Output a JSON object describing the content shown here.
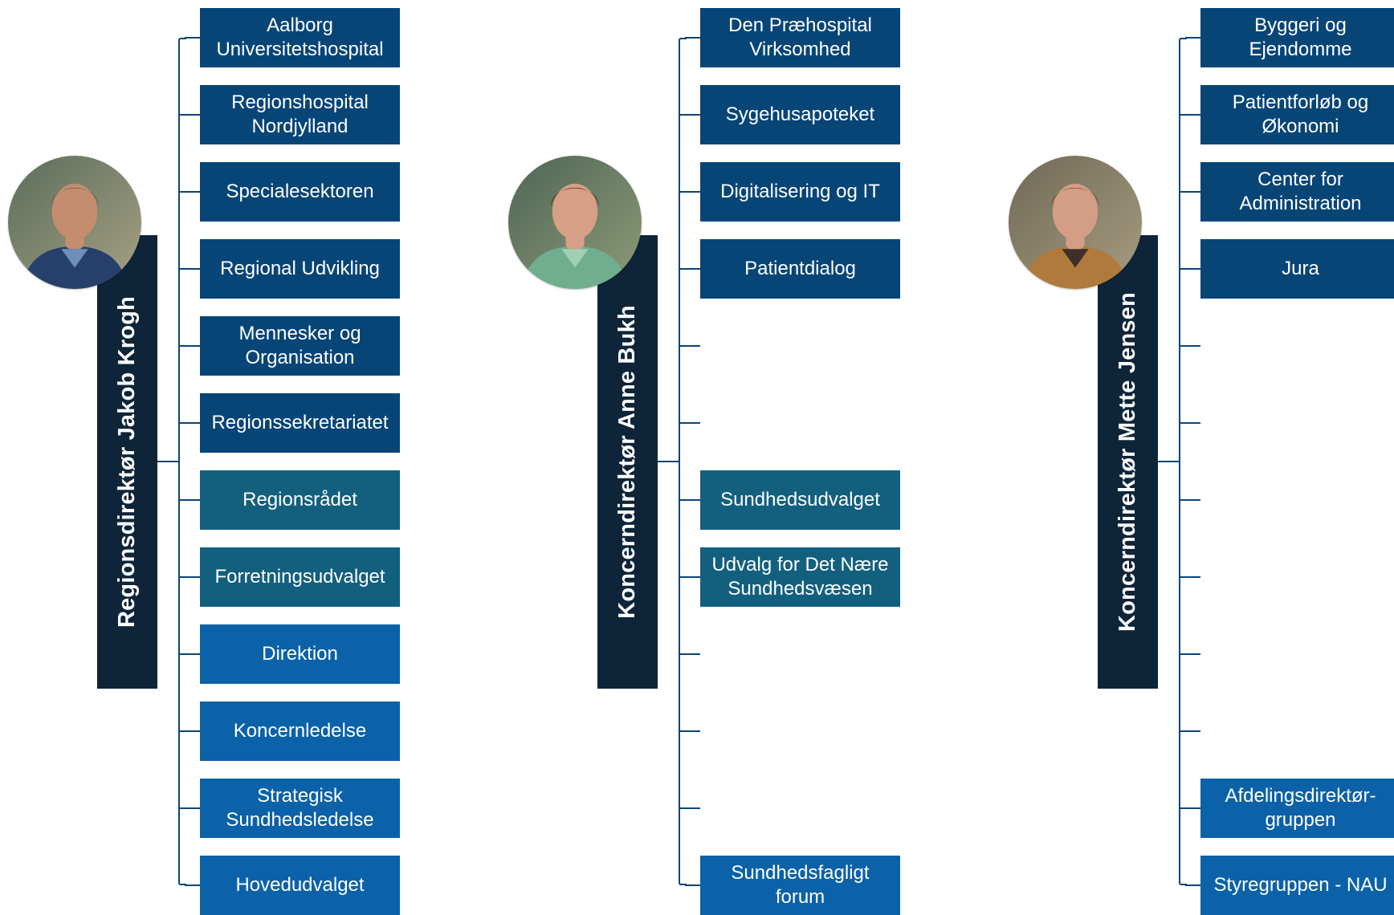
{
  "colors": {
    "dark": "#084577",
    "teal": "#12607e",
    "blue": "#0b62a8",
    "title_bar": "#0e2438",
    "connector": "#0b4577"
  },
  "columns": [
    {
      "director": "Regionsdirektør Jakob Krogh",
      "photo": "portrait-jakob-krogh",
      "units": [
        {
          "label": "Aalborg Universitetshospital",
          "style": "dark"
        },
        {
          "label": "Regionshospital Nordjylland",
          "style": "dark"
        },
        {
          "label": "Specialesektoren",
          "style": "dark"
        },
        {
          "label": "Regional Udvikling",
          "style": "dark"
        },
        {
          "label": "Mennesker og Organisation",
          "style": "dark"
        },
        {
          "label": "Regionssekretariatet",
          "style": "dark"
        },
        {
          "label": "Regionsrådet",
          "style": "teal"
        },
        {
          "label": "Forretningsudvalget",
          "style": "teal"
        },
        {
          "label": "Direktion",
          "style": "blue"
        },
        {
          "label": "Koncernledelse",
          "style": "blue"
        },
        {
          "label": "Strategisk Sundhedsledelse",
          "style": "blue"
        },
        {
          "label": "Hovedudvalget",
          "style": "blue"
        }
      ]
    },
    {
      "director": "Koncerndirektør Anne Bukh",
      "photo": "portrait-anne-bukh",
      "units": [
        {
          "label": "Den Præhospital Virksomhed",
          "style": "dark"
        },
        {
          "label": "Sygehusapoteket",
          "style": "dark"
        },
        {
          "label": "Digitalisering og IT",
          "style": "dark"
        },
        {
          "label": "Patientdialog",
          "style": "dark"
        },
        null,
        null,
        {
          "label": "Sundhedsudvalget",
          "style": "teal"
        },
        {
          "label": "Udvalg for Det Nære Sundhedsvæsen",
          "style": "teal"
        },
        null,
        null,
        null,
        {
          "label": "Sundhedsfagligt forum",
          "style": "blue"
        }
      ]
    },
    {
      "director": "Koncerndirektør Mette Jensen",
      "photo": "portrait-mette-jensen",
      "units": [
        {
          "label": "Byggeri og Ejendomme",
          "style": "dark"
        },
        {
          "label": "Patientforløb og Økonomi",
          "style": "dark"
        },
        {
          "label": "Center for Administration",
          "style": "dark"
        },
        {
          "label": "Jura",
          "style": "dark"
        },
        null,
        null,
        null,
        null,
        null,
        null,
        {
          "label": "Afdelingsdirektør-gruppen",
          "style": "blue"
        },
        {
          "label": "Styregruppen - NAU",
          "style": "blue"
        }
      ]
    }
  ]
}
